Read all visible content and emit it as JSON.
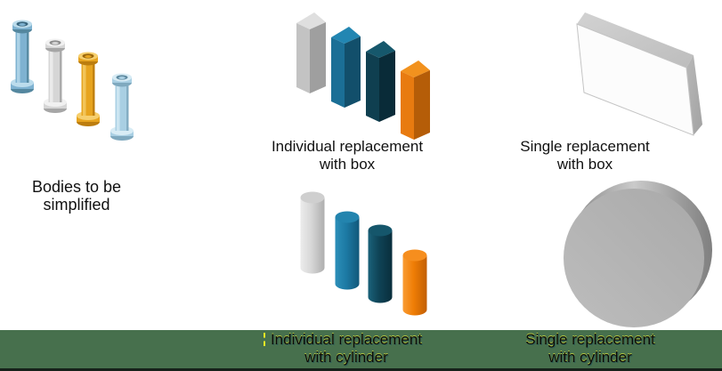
{
  "labels": {
    "bodies": {
      "line1": "Bodies to be",
      "line2": "simplified"
    },
    "individual_box": {
      "line1": "Individual replacement",
      "line2": "with box"
    },
    "single_box": {
      "line1": "Single replacement",
      "line2": "with box"
    },
    "individual_cylinder": {
      "line1": "Individual replacement",
      "line2": "with cylinder"
    },
    "single_cylinder": {
      "line1": "Single replacement",
      "line2": "with cylinder"
    }
  },
  "colors": {
    "background": "#ffffff",
    "footer_band": "#47704d",
    "footer_edge": "#16211a",
    "cursor_artifact": "#ece925",
    "label_text": "#111111",
    "bolt1": {
      "body": "#7eb2d1",
      "light": "#bcdcec",
      "dark": "#54879f",
      "hole": "#39657d"
    },
    "bolt2": {
      "body": "#d6d6d6",
      "light": "#f1f1f1",
      "dark": "#a6a6a6",
      "hole": "#8c8c8c"
    },
    "bolt3": {
      "body": "#e7a41f",
      "light": "#f6cf6e",
      "dark": "#bc7d0e",
      "hole": "#9a660a"
    },
    "bolt4": {
      "body": "#a9cfe3",
      "light": "#d8ecf5",
      "dark": "#7fa9bf",
      "hole": "#5f8aa0"
    },
    "box1": {
      "top": "#dfdfdf",
      "left": "#c3c3c3",
      "right": "#9f9f9f"
    },
    "box2": {
      "top": "#2286b2",
      "left": "#1b6f96",
      "right": "#124f6b"
    },
    "box3": {
      "top": "#16586c",
      "left": "#0f3f50",
      "right": "#092b38"
    },
    "box4": {
      "top": "#f2921e",
      "left": "#e87b10",
      "right": "#b55d08"
    },
    "cyl1": {
      "top": "#cfcfcf"
    },
    "cyl2": {
      "top": "#2384ae"
    },
    "cyl3": {
      "top": "#15566b"
    },
    "cyl4": {
      "top": "#f68e1e"
    },
    "bigbox": {
      "front": "#fcfcfc",
      "outline": "#c4c4c4"
    },
    "disc": {
      "face": "#b4b4b4",
      "rim_light": "#c9c9c9",
      "rim_dark": "#8b8b8b"
    }
  }
}
